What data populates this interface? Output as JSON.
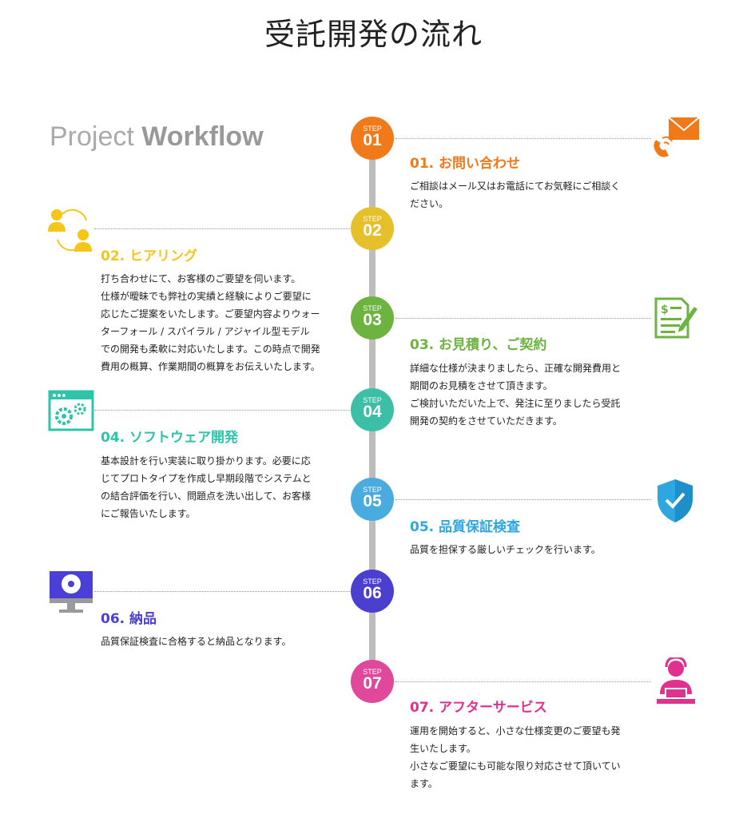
{
  "title": "受託開発の流れ",
  "subtitle": {
    "prefix": "Project",
    "bold": "Workflow"
  },
  "steps": [
    {
      "label": "STEP",
      "num": "01",
      "title": "01. お問い合わせ",
      "color": "#f07a1a",
      "icon": "phone-mail-icon",
      "desc": [
        "ご相談はメール又はお電話にてお気軽にご相談く",
        "ださい。"
      ]
    },
    {
      "label": "STEP",
      "num": "02",
      "title": "02. ヒアリング",
      "color": "#f5c518",
      "circle_color": "#e6c02a",
      "icon": "users-icon",
      "desc": [
        "打ち合わせにて、お客様のご要望を伺います。",
        "仕様が曖昧でも弊社の実績と経験によりご要望に",
        "応じたご提案をいたします。ご要望内容よりウォー",
        "ターフォール / スパイラル / アジャイル型モデル",
        "での開発も柔軟に対応いたします。この時点で開発",
        "費用の概算、作業期間の概算をお伝えいたします。"
      ]
    },
    {
      "label": "STEP",
      "num": "03",
      "title": "03. お見積り、ご契約",
      "color": "#6db33f",
      "icon": "contract-icon",
      "desc": [
        "詳細な仕様が決まりましたら、正確な開発費用と",
        "期間のお見積をさせて頂きます。",
        "ご検討いただいた上で、発注に至りましたら受託",
        "開発の契約をさせていただきます。"
      ]
    },
    {
      "label": "STEP",
      "num": "04",
      "title": "04. ソフトウェア開発",
      "color": "#2ec4a9",
      "circle_color": "#3cbfa6",
      "icon": "gear-window-icon",
      "desc": [
        "基本設計を行い実装に取り掛かります。必要に応",
        "じてプロトタイプを作成し早期段階でシステムと",
        "の結合評価を行い、問題点を洗い出して、お客様",
        "にご報告いたします。"
      ]
    },
    {
      "label": "STEP",
      "num": "05",
      "title": "05. 品質保証検査",
      "color": "#2ea7e0",
      "circle_color": "#4aabdf",
      "icon": "shield-check-icon",
      "desc": [
        "品質を担保する厳しいチェックを行います。"
      ]
    },
    {
      "label": "STEP",
      "num": "06",
      "title": "06. 納品",
      "color": "#4a3fd6",
      "circle_color": "#4b3fd0",
      "icon": "monitor-disc-icon",
      "desc": [
        "品質保証検査に合格すると納品となります。"
      ]
    },
    {
      "label": "STEP",
      "num": "07",
      "title": "07. アフターサービス",
      "color": "#e0318f",
      "circle_color": "#e0489b",
      "icon": "support-person-icon",
      "desc": [
        "運用を開始すると、小さな仕様変更のご要望も発",
        "生いたします。",
        "小さなご要望にも可能な限り対応させて頂いてい",
        "ます。"
      ]
    }
  ]
}
